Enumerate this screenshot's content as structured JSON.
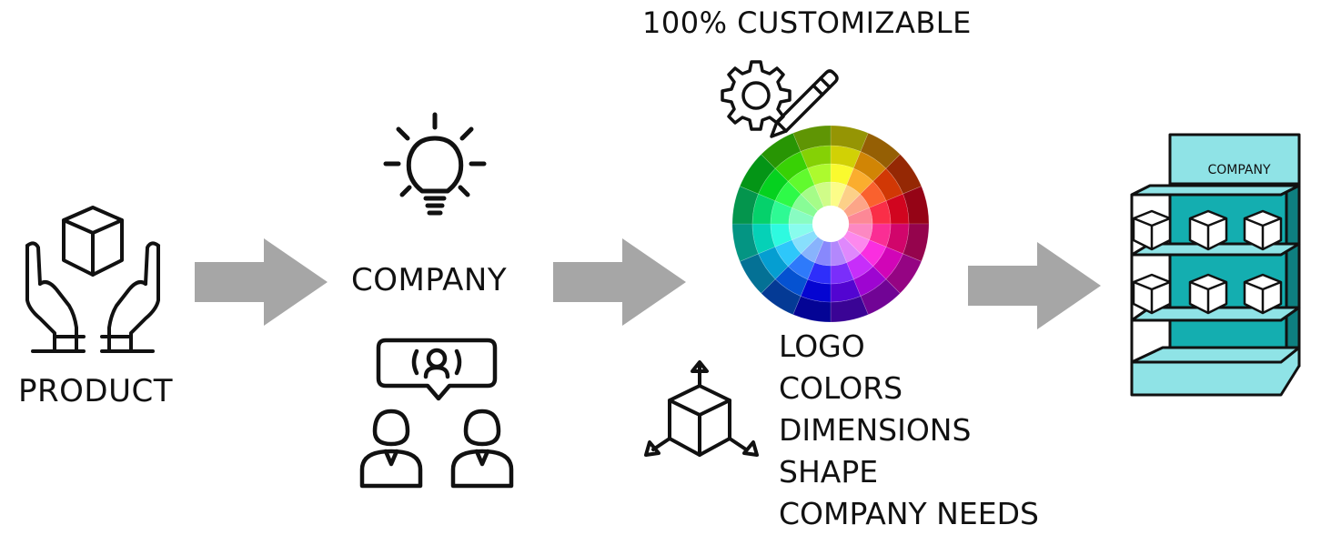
{
  "product": {
    "label": "PRODUCT"
  },
  "company": {
    "label": "COMPANY"
  },
  "customization": {
    "title": "100% CUSTOMIZABLE",
    "options": [
      "LOGO",
      "COLORS",
      "DIMENSIONS",
      "SHAPE",
      "COMPANY NEEDS"
    ]
  },
  "display": {
    "sign": "COMPANY"
  },
  "colors": {
    "arrow": "#a6a6a6",
    "display_teal": "#14aeb0",
    "display_light": "#8fe3e6",
    "icon_stroke": "#111111"
  }
}
